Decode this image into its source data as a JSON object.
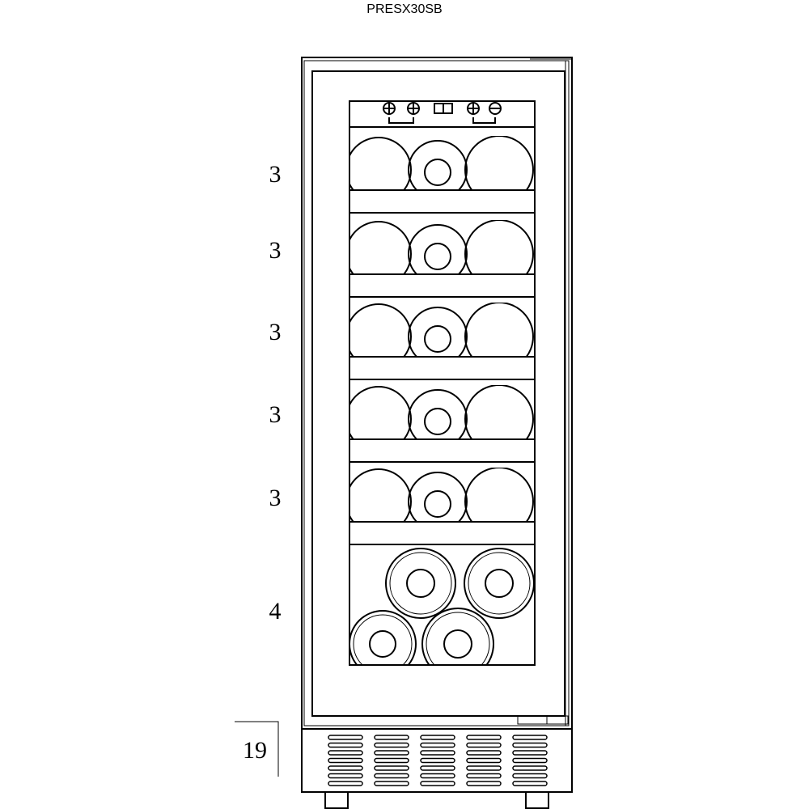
{
  "model": "PRESX30SB",
  "shelf_counts": [
    "3",
    "3",
    "3",
    "3",
    "3",
    "4"
  ],
  "total_bottles": "19",
  "colors": {
    "line": "#000000",
    "background": "#ffffff"
  }
}
